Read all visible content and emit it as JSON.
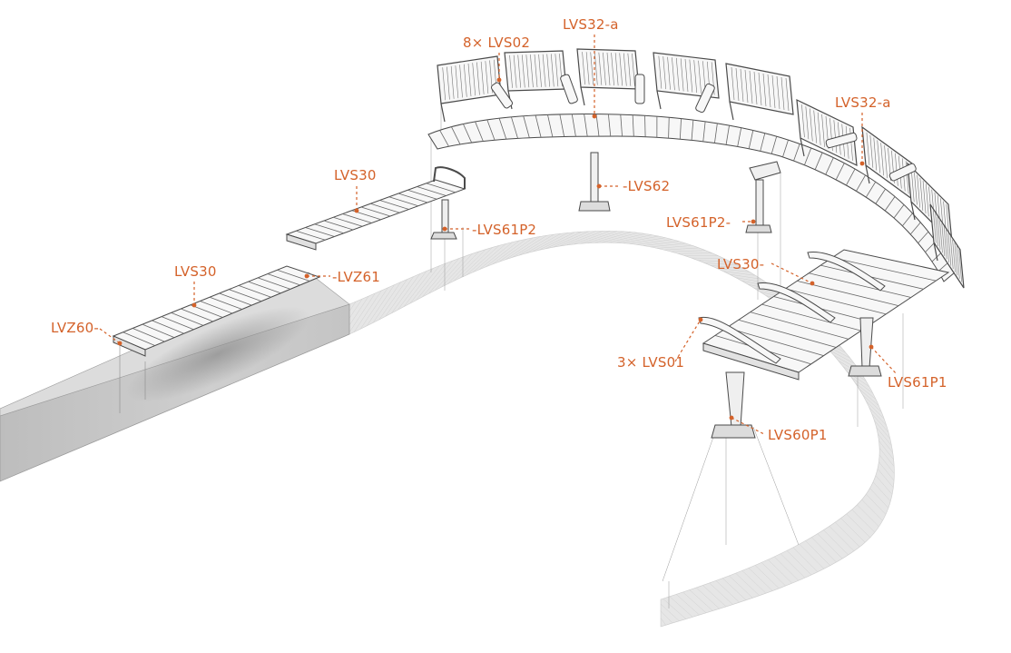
{
  "colors": {
    "accent": "#d4622a",
    "line": "#4a4a4a",
    "seat": "#f7f7f7",
    "slat": "#666666",
    "ground": "#e6e6e6",
    "block_front": "#c9c9c9",
    "block_top": "#d8d8d8"
  },
  "labels": {
    "lvs32a_top": "LVS32-a",
    "lvs02": "8× LVS02",
    "lvs32a_right": "LVS32-a",
    "lvs62": "-LVS62",
    "lvs30_upper": "LVS30",
    "lvs61p2_left": "-LVS61P2",
    "lvs61p2_right": "LVS61P2-",
    "lvs30_block": "LVS30",
    "lvz61": "-LVZ61",
    "lvz60": "LVZ60-",
    "lvs30_right": "LVS30-",
    "lvs01": "3× LVS01",
    "lvs61p1": "LVS61P1",
    "lvs60p1": "LVS60P1"
  }
}
